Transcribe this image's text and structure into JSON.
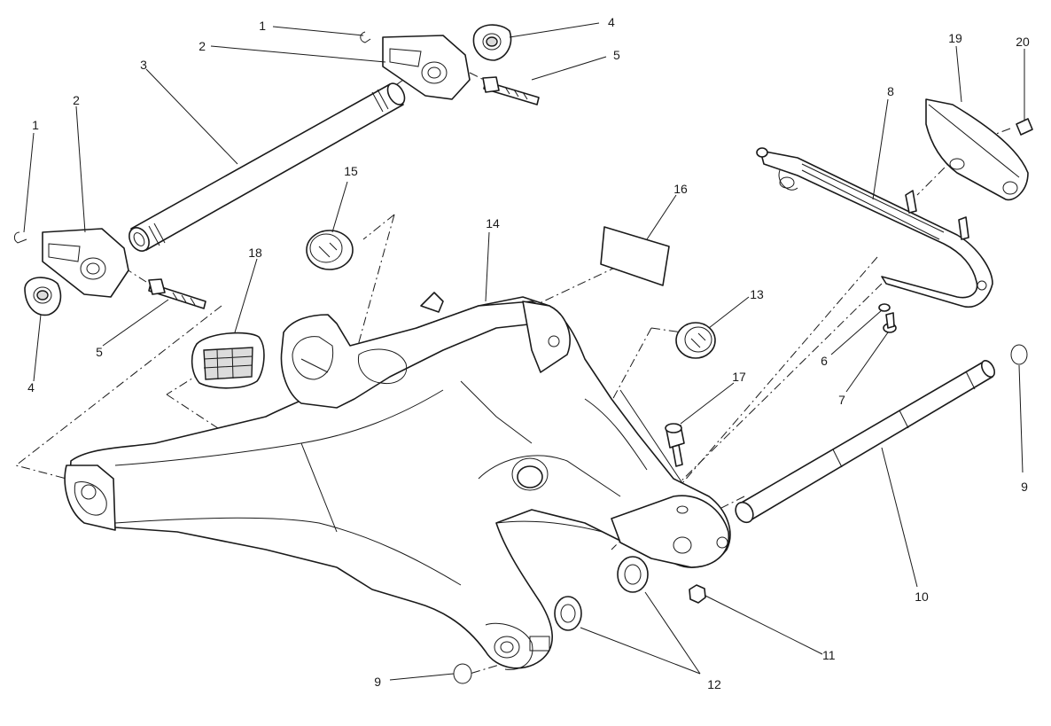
{
  "callouts": [
    "1",
    "1",
    "2",
    "2",
    "3",
    "4",
    "4",
    "5",
    "5",
    "6",
    "7",
    "8",
    "9",
    "9",
    "10",
    "11",
    "12",
    "13",
    "14",
    "15",
    "16",
    "17",
    "18",
    "19",
    "20"
  ],
  "colors": {
    "line": "#1a1a1a",
    "background": "#ffffff",
    "shade": "#dcdcdc"
  }
}
